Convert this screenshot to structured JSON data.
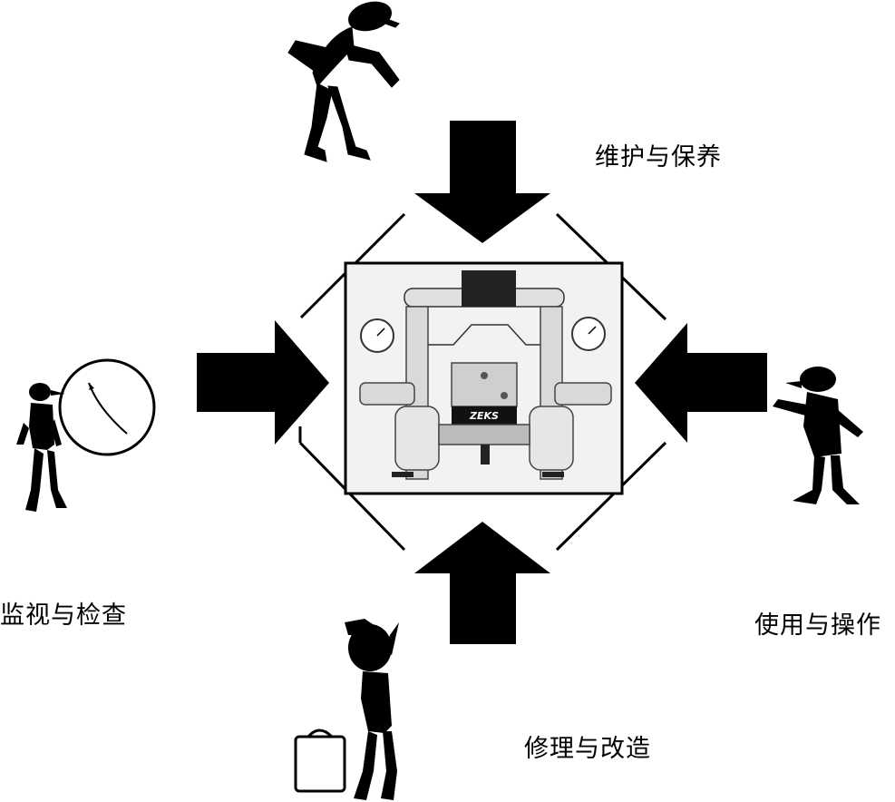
{
  "labels": {
    "top": "维护与保养",
    "left": "监视与检查",
    "right": "使用与操作",
    "bottom": "修理与改造"
  },
  "equipment": {
    "brand": "ZEKS"
  },
  "figures": {
    "top": "leaning-figure-icon",
    "left": "figure-with-clock-icon",
    "right": "pointing-figure-icon",
    "bottom": "figure-with-toolbag-icon"
  }
}
